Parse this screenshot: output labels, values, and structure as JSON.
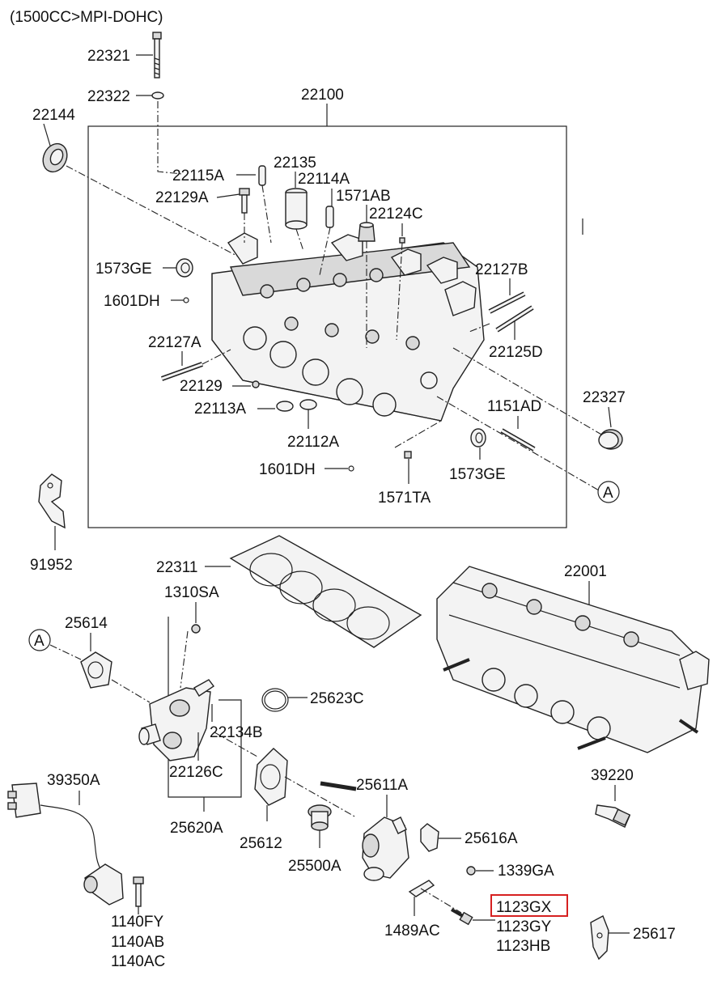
{
  "header": {
    "engine_spec": "(1500CC>MPI-DOHC)"
  },
  "labels": {
    "p22321": "22321",
    "p22322": "22322",
    "p22100": "22100",
    "p22144": "22144",
    "p22135": "22135",
    "p22115A": "22115A",
    "p22114A": "22114A",
    "p22129A": "22129A",
    "p1571AB": "1571AB",
    "p22124C": "22124C",
    "p1573GE_top": "1573GE",
    "p22127B": "22127B",
    "p1601DH_top": "1601DH",
    "p22127A": "22127A",
    "p22125D": "22125D",
    "p22129": "22129",
    "p22327": "22327",
    "p22113A": "22113A",
    "p1151AD": "1151AD",
    "p22112A": "22112A",
    "p1601DH_bottom": "1601DH",
    "p1573GE_bottom": "1573GE",
    "p1571TA": "1571TA",
    "circle_A_top": "A",
    "p91952": "91952",
    "p22311": "22311",
    "p22001": "22001",
    "p1310SA": "1310SA",
    "p25614": "25614",
    "circle_A_bottom": "A",
    "p25623C": "25623C",
    "p22134B": "22134B",
    "p22126C": "22126C",
    "p25620A": "25620A",
    "p39350A": "39350A",
    "p25611A": "25611A",
    "p39220": "39220",
    "p25612": "25612",
    "p25616A": "25616A",
    "p25500A": "25500A",
    "p1339GA": "1339GA",
    "p1123GX": "1123GX",
    "p1123GY": "1123GY",
    "p1123HB": "1123HB",
    "p1489AC": "1489AC",
    "p1140FY": "1140FY",
    "p1140AB": "1140AB",
    "p1140AC": "1140AC",
    "p25617": "25617"
  },
  "highlight": {
    "part": "1123GX",
    "color": "#d62020"
  },
  "colors": {
    "line": "#222222",
    "background": "#ffffff"
  }
}
